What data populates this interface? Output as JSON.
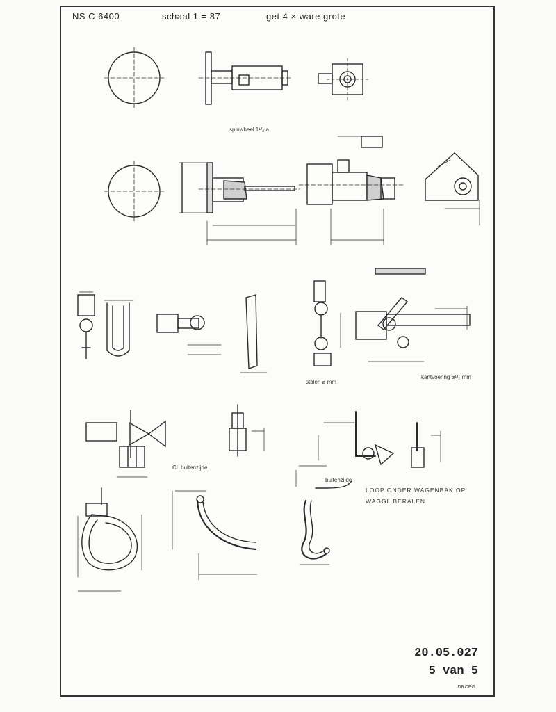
{
  "header": {
    "code": "NS C 6400",
    "scale": "schaal 1 = 87",
    "enlargement": "get 4 × ware grote"
  },
  "labels": {
    "spinwheel": "spinwheel 1¹/₂ a",
    "stalen": "stalen ⌀ mm",
    "kantvoering": "kantvoering ⌀¹/₂ mm",
    "cl_buitenzijde": "CL buitenzijde",
    "buitenzijde": "buitenzijde",
    "loop_line1": "LOOP ONDER WAGENBAK OP",
    "loop_line2": "WAGGL BERALEN"
  },
  "title_block": {
    "drawing_number": "20.05.027",
    "sheet": "5 van 5",
    "small": "DROEG"
  }
}
